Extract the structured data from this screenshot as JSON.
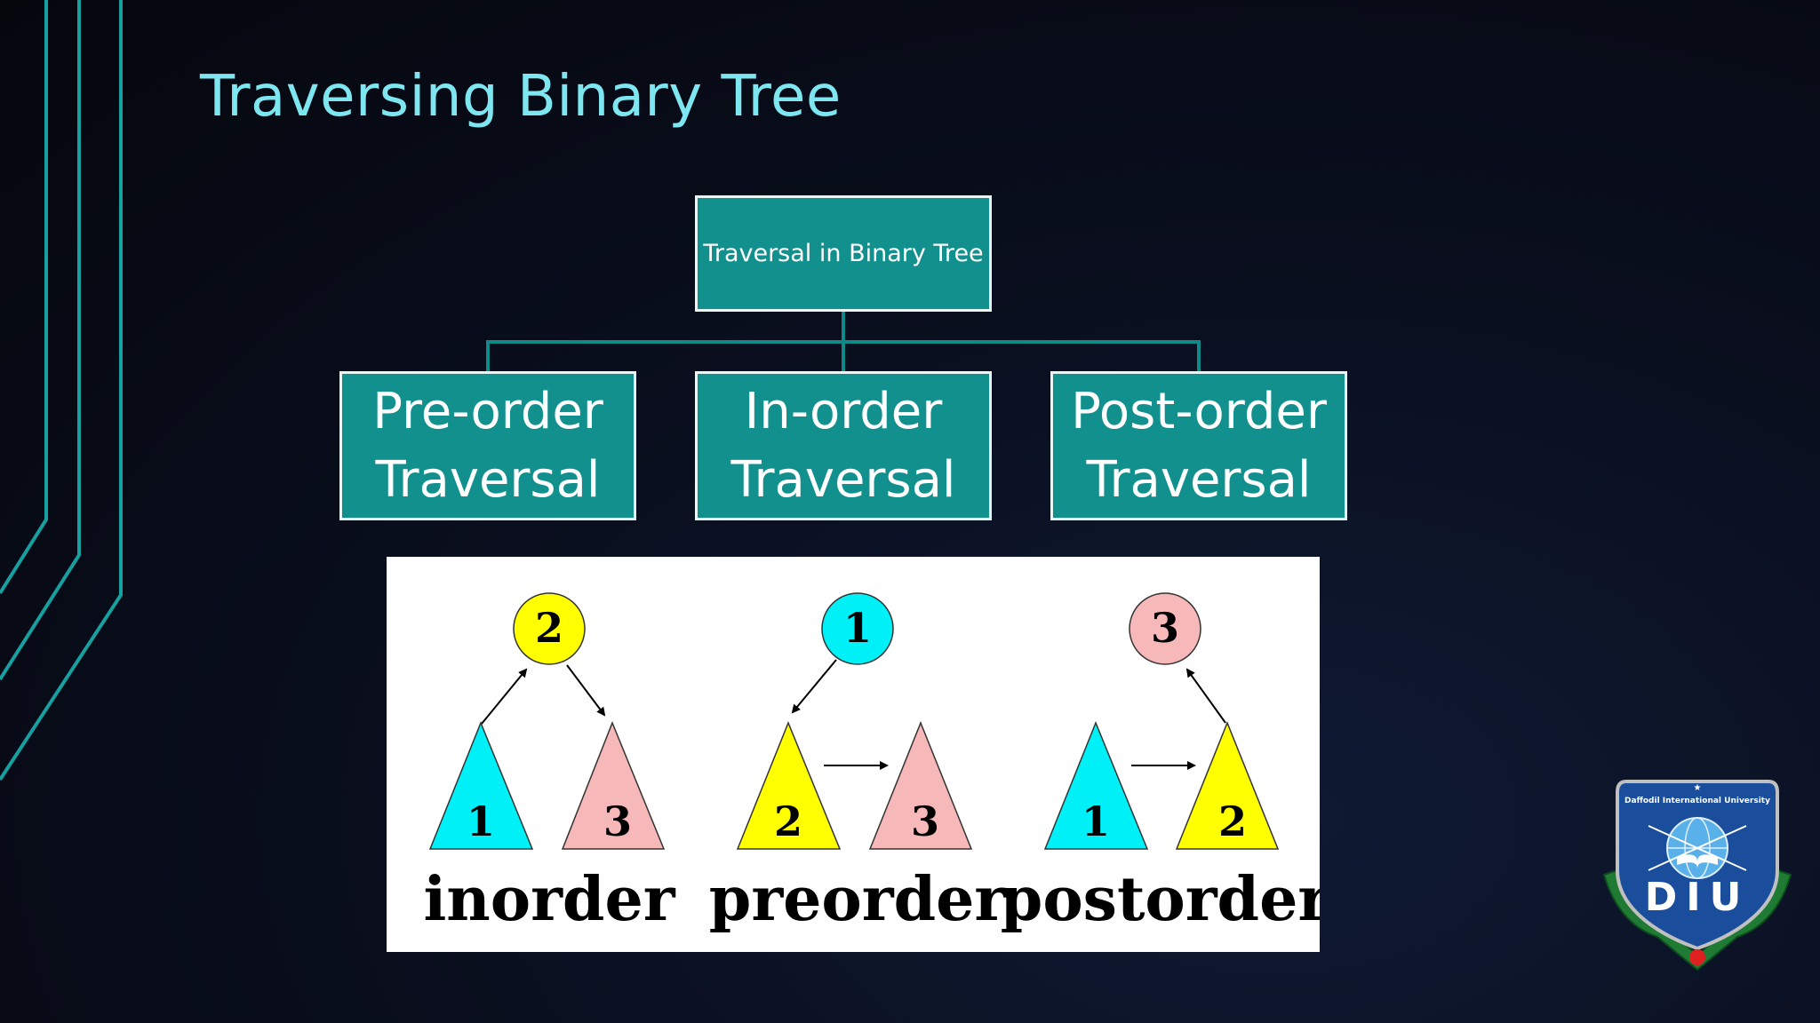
{
  "slide": {
    "title": "Traversing Binary Tree"
  },
  "hierarchy": {
    "root": "Traversal in Binary Tree",
    "children": [
      {
        "line1": "Pre-order",
        "line2": "Traversal"
      },
      {
        "line1": "In-order",
        "line2": "Traversal"
      },
      {
        "line1": "Post-order",
        "line2": "Traversal"
      }
    ]
  },
  "figure": {
    "panels": [
      {
        "caption": "inorder",
        "node": "2",
        "left": "1",
        "right": "3"
      },
      {
        "caption": "preorder",
        "node": "1",
        "left": "2",
        "right": "3"
      },
      {
        "caption": "postorder",
        "node": "3",
        "left": "1",
        "right": "2"
      }
    ],
    "colors": {
      "cyan": "#00f0f8",
      "yellow": "#ffff00",
      "pink": "#f6b8b8"
    }
  },
  "logo": {
    "university": "Daffodil International University",
    "letters": "DIU"
  },
  "colors": {
    "title": "#7ee6f0",
    "box_fill": "#12908e",
    "box_border": "#e8f6f6",
    "decor_lines": "#17a0a0"
  }
}
